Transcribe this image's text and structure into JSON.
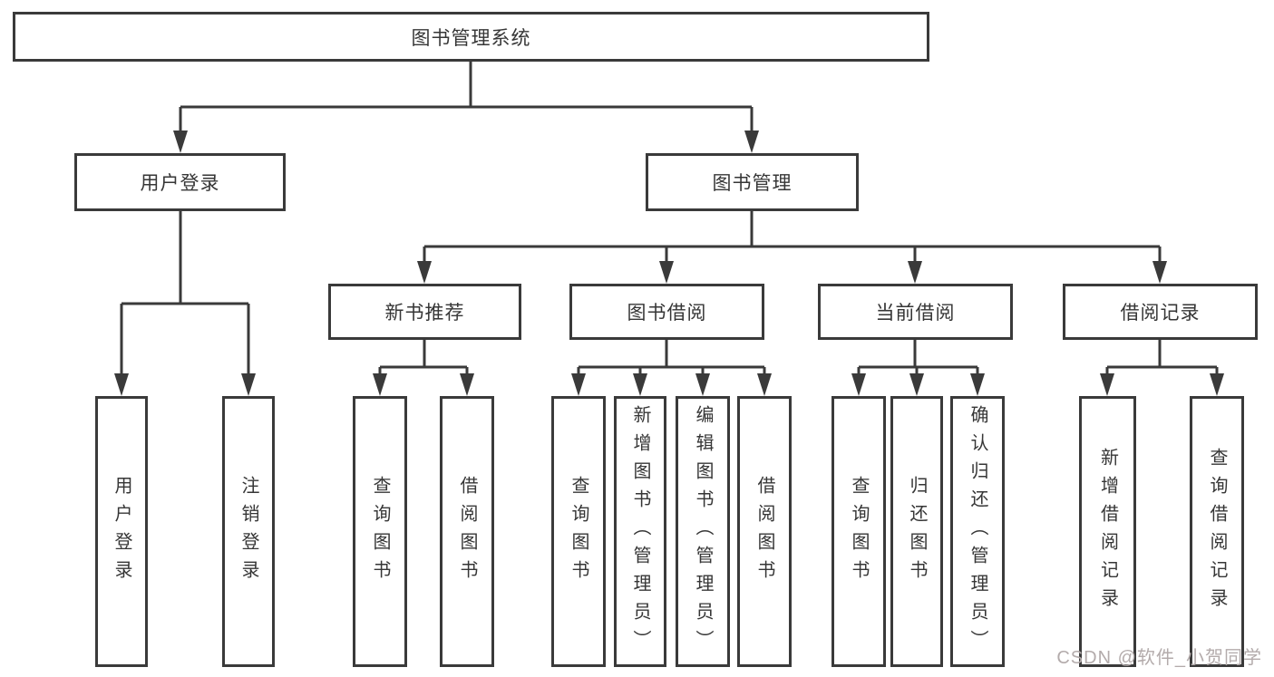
{
  "diagram": {
    "root": "图书管理系统",
    "nodes": [
      {
        "label": "用户登录",
        "children": [
          "用户登录",
          "注销登录"
        ]
      },
      {
        "label": "图书管理",
        "children": [
          {
            "label": "新书推荐",
            "children": [
              "查询图书",
              "借阅图书"
            ]
          },
          {
            "label": "图书借阅",
            "children": [
              "查询图书",
              "新增图书（管理员）",
              "编辑图书（管理员）",
              "借阅图书"
            ]
          },
          {
            "label": "当前借阅",
            "children": [
              "查询图书",
              "归还图书",
              "确认归还（管理员）"
            ]
          },
          {
            "label": "借阅记录",
            "children": [
              "新增借阅记录",
              "查询借阅记录"
            ]
          }
        ]
      }
    ]
  },
  "watermark": "CSDN @软件_小贺同学",
  "colors": {
    "line": "#3a3a3a",
    "box_border": "#3a3a3a",
    "text": "#363636",
    "background": "#ffffff",
    "watermark": "#b3abab"
  }
}
